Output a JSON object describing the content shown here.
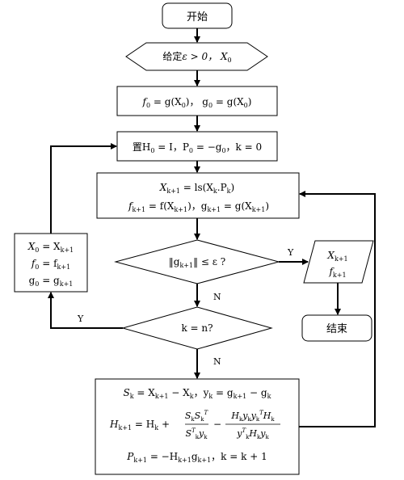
{
  "nodes": {
    "start": "开始",
    "input": {
      "prefix": "给定",
      "cond": "ε > 0，",
      "x0": "X",
      "x0sub": "0"
    },
    "init_eval": {
      "f0": "f",
      "f0sub": "0",
      "eq1": " = g(X",
      "eq1sub": "0",
      "eq1end": ")，",
      "g0": "g",
      "g0sub": "0",
      "eq2": " = g(X",
      "eq2sub": "0",
      "eq2end": ")"
    },
    "init_set": {
      "prefix": "置H",
      "hsub": "0",
      "a": " = I，P",
      "psub": "0",
      "b": " = −g",
      "gsub": "0",
      "c": "，k = 0"
    },
    "line_search": {
      "l1a": "X",
      "l1sub": "k+1",
      "l1b": " = ls(X",
      "l1sub2": "k",
      "l1c": ".P",
      "l1sub3": "k",
      "l1d": ")",
      "l2a": "f",
      "l2sub": "k+1",
      "l2b": " = f(X",
      "l2sub2": "k+1",
      "l2c": ")，g",
      "l2sub3": "k+1",
      "l2d": " = g(X",
      "l2sub4": "k+1",
      "l2e": ")"
    },
    "converge_check": {
      "a": "‖g",
      "sub": "k+1",
      "b": "‖ ≤ ε ?"
    },
    "output": {
      "x": "X",
      "xsub": "k+1",
      "f": "f",
      "fsub": "k+1"
    },
    "end": "结束",
    "restart_check": "k = n?",
    "reset": {
      "r1a": "X",
      "r1s": "0",
      "r1b": " = X",
      "r1s2": "k+1",
      "r2a": "f",
      "r2s": "0",
      "r2b": " = f",
      "r2s2": "k+1",
      "r3a": "g",
      "r3s": "0",
      "r3b": " = g",
      "r3s2": "k+1"
    },
    "update": {
      "s_line": {
        "a": "S",
        "as": "k",
        "b": " = X",
        "bs": "k+1",
        "c": " − X",
        "cs": "k",
        "d": "，y",
        "ds": "k",
        "e": " = g",
        "es": "k+1",
        "f": " − g",
        "fs": "k"
      },
      "h_lhs": "H",
      "h_lhs_sub": "k+1",
      "h_eq": " = H",
      "h_eq_sub": "k",
      "plus": "+",
      "minus": "−",
      "frac1_num": "S",
      "frac1_num_sub": "k",
      "frac1_num2": "S",
      "frac1_num2_sub": "k",
      "frac1_num2_sup": "T",
      "frac1_den": "S",
      "frac1_den_sub": "k",
      "frac1_den_sup": "T",
      "frac1_den2": "y",
      "frac1_den2_sub": "k",
      "frac2_num": "H",
      "frac2_num_s1": "k",
      "frac2_num_y": "y",
      "frac2_num_s2": "k",
      "frac2_num_y2": "y",
      "frac2_num_s3": "k",
      "frac2_num_sup": "T",
      "frac2_num_h": "H",
      "frac2_num_s4": "k",
      "frac2_den": "y",
      "frac2_den_s1": "k",
      "frac2_den_sup": "T",
      "frac2_den_h": "H",
      "frac2_den_s2": "k",
      "frac2_den_y": "y",
      "frac2_den_s3": "k",
      "p_line": {
        "a": "P",
        "as": "k+1",
        "b": " = −H",
        "bs": "k+1",
        "c": "g",
        "cs": "k+1",
        "d": "，k = k + 1"
      }
    }
  },
  "edge_labels": {
    "yes1": "Y",
    "no1": "N",
    "yes2": "Y",
    "no2": "N"
  }
}
